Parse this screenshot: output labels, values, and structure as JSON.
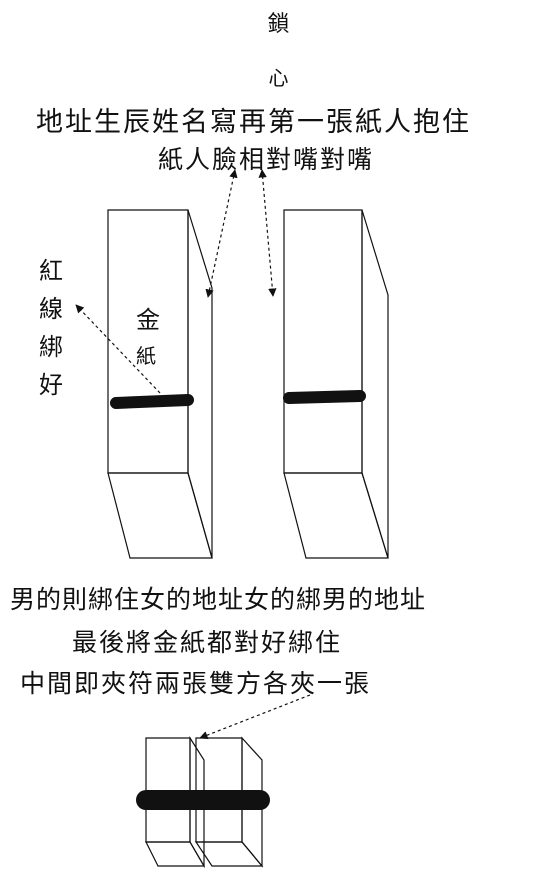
{
  "title": "鎖",
  "subtitle": "心",
  "top_text": {
    "line1": "地址生辰姓名寫再第一張紙人抱住",
    "line2": "紙人臉相對嘴對嘴"
  },
  "side_label": [
    "紅",
    "線",
    "綁",
    "好"
  ],
  "gold_paper": {
    "char1": "金",
    "char2": "紙"
  },
  "bottom_text": {
    "line1": "男的則綁住女的地址女的綁男的地址",
    "line2": "最後將金紙都對好綁住",
    "line3": "中間即夾符兩張雙方各夾一張"
  }
}
